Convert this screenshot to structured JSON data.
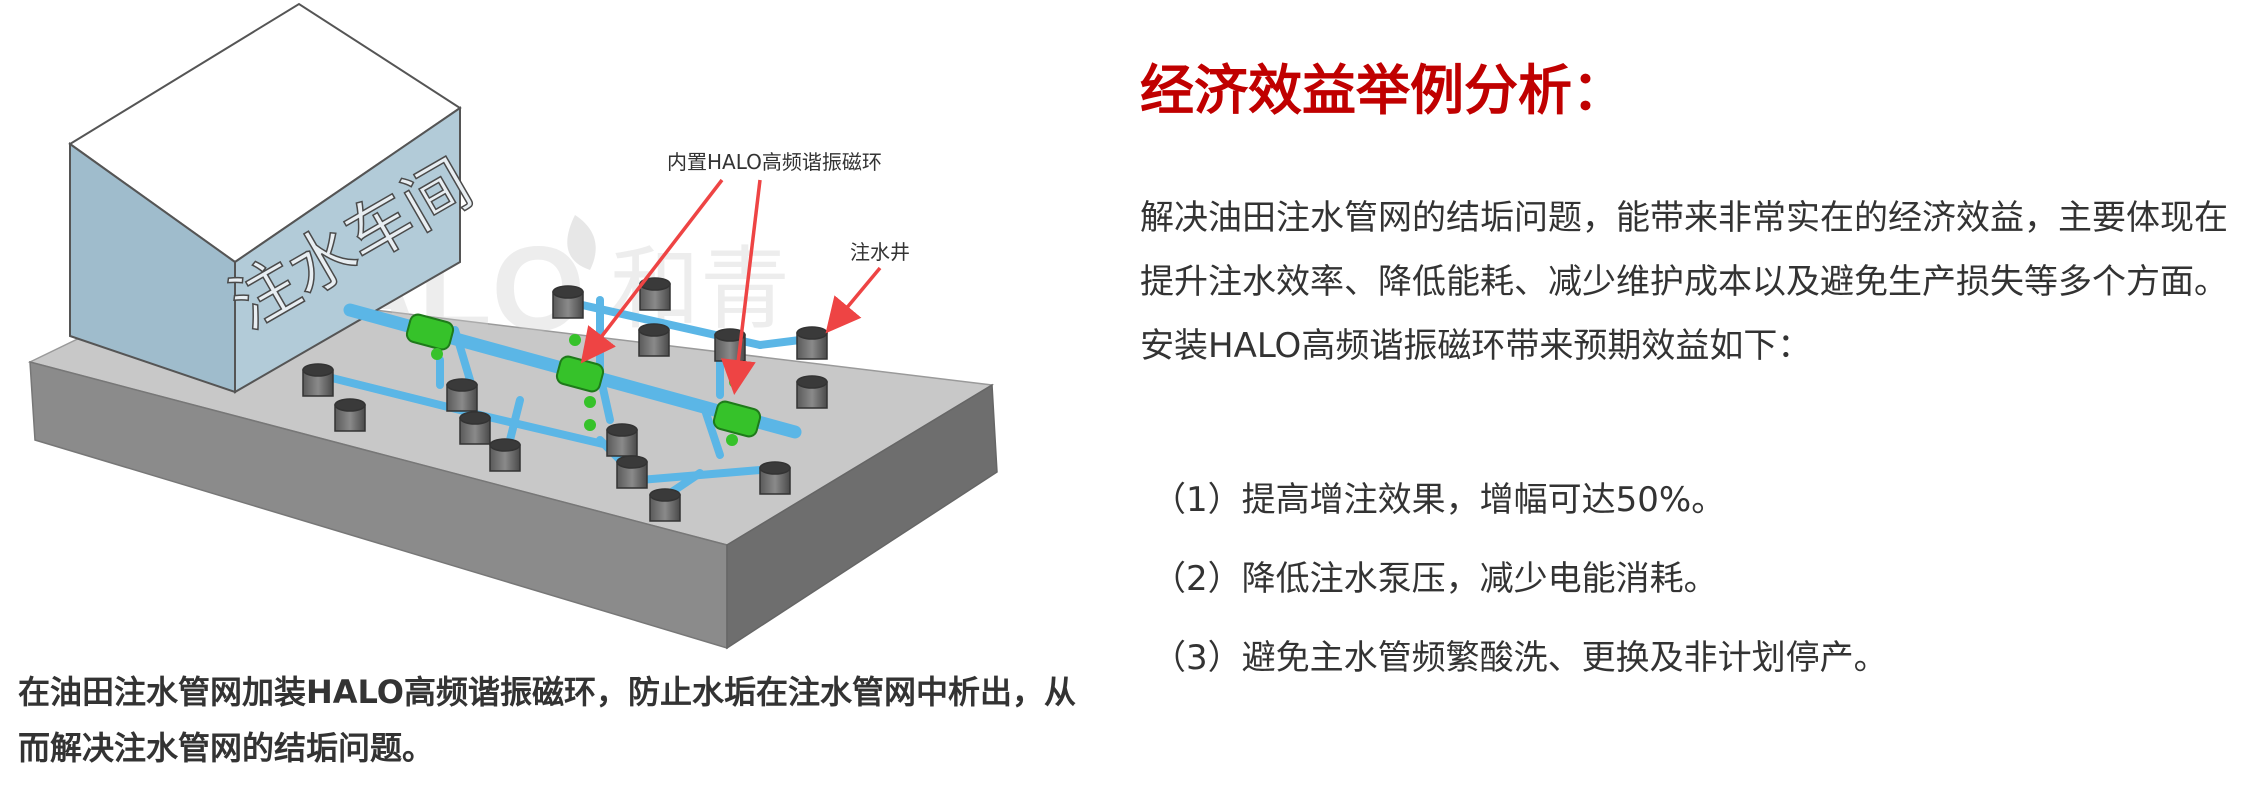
{
  "diagram": {
    "building_label": "注水车间",
    "watermark_latin": "HALO",
    "watermark_cn": "和青",
    "callout_ring": "内置HALO高频谐振磁环",
    "callout_well": "注水井",
    "colors": {
      "pipe": "#5bb6e6",
      "ring": "#36c22a",
      "arrow": "#ee4444",
      "platform_top": "#c8c8c8",
      "building": "#a9c3d1"
    }
  },
  "caption": "在油田注水管网加装HALO高频谐振磁环，防止水垢在注水管网中析出，从而解决注水管网的结垢问题。",
  "title": "经济效益举例分析：",
  "intro": "解决油田注水管网的结垢问题，能带来非常实在的经济效益，主要体现在提升注水效率、降低能耗、减少维护成本以及避免生产损失等多个方面。安装HALO高频谐振磁环带来预期效益如下：",
  "benefits": [
    "（1）提高增注效果，增幅可达50%。",
    "（2）降低注水泵压，减少电能消耗。",
    "（3）避免主水管频繁酸洗、更换及非计划停产。"
  ],
  "colors": {
    "title": "#c00000",
    "text": "#333333"
  }
}
